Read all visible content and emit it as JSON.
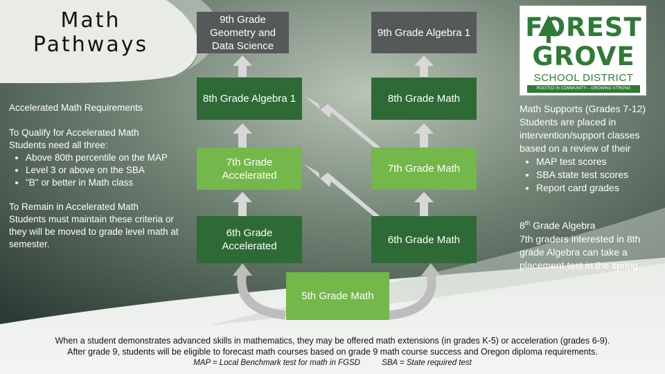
{
  "title": "Math Pathways",
  "logo": {
    "line1": "FOREST",
    "line2": "GROVE",
    "line3": "SCHOOL DISTRICT",
    "tagline": "ROOTED IN COMMUNITY – GROWING STRONG"
  },
  "boxes": {
    "grade9_geo": "9th Grade Geometry and Data Science",
    "grade9_alg": "9th Grade Algebra 1",
    "grade8_alg": "8th Grade Algebra 1",
    "grade8_math": "8th Grade Math",
    "grade7_acc": "7th Grade Accelerated",
    "grade7_math": "7th Grade Math",
    "grade6_acc": "6th Grade Accelerated",
    "grade6_math": "6th Grade Math",
    "grade5_math": "5th Grade Math"
  },
  "accelerated": {
    "heading": "Accelerated Math Requirements",
    "qualify_heading": "To Qualify for Accelerated Math",
    "qualify_intro": "Students need all three:",
    "qualify_items": [
      "Above 80th percentile on the MAP",
      "Level 3 or above on the SBA",
      "\"B\" or better in Math class"
    ],
    "remain_heading": "To Remain in Accelerated Math",
    "remain_text": "Students must maintain these criteria or they will be moved to grade level math at semester."
  },
  "supports": {
    "heading": "Math Supports (Grades 7-12)",
    "intro": "Students are placed in intervention/support classes based on a review of their",
    "items": [
      "MAP test scores",
      "SBA state test scores",
      "Report card grades"
    ]
  },
  "algebra8": {
    "heading_num": "8",
    "heading_sup": "th",
    "heading_rest": " Grade Algebra",
    "text": "7th graders interested in 8th grade Algebra can take a placement test in the spring."
  },
  "footer": {
    "line1": "When a student demonstrates advanced skills in mathematics, they may be offered math extensions (in grades K-5) or acceleration (grades 6-9).",
    "line2": "After grade 9, students will be eligible to forecast math courses based on grade 9 math course success and Oregon diploma requirements.",
    "note1": "MAP = Local Benchmark test for math in FGSD",
    "note2": "SBA = State required test"
  },
  "colors": {
    "gray_box": "#55595a",
    "dark_green_box": "#2e6a35",
    "light_green_box": "#74b74a",
    "arrow": "#d8d8d8",
    "brand_green": "#2f7a37"
  }
}
